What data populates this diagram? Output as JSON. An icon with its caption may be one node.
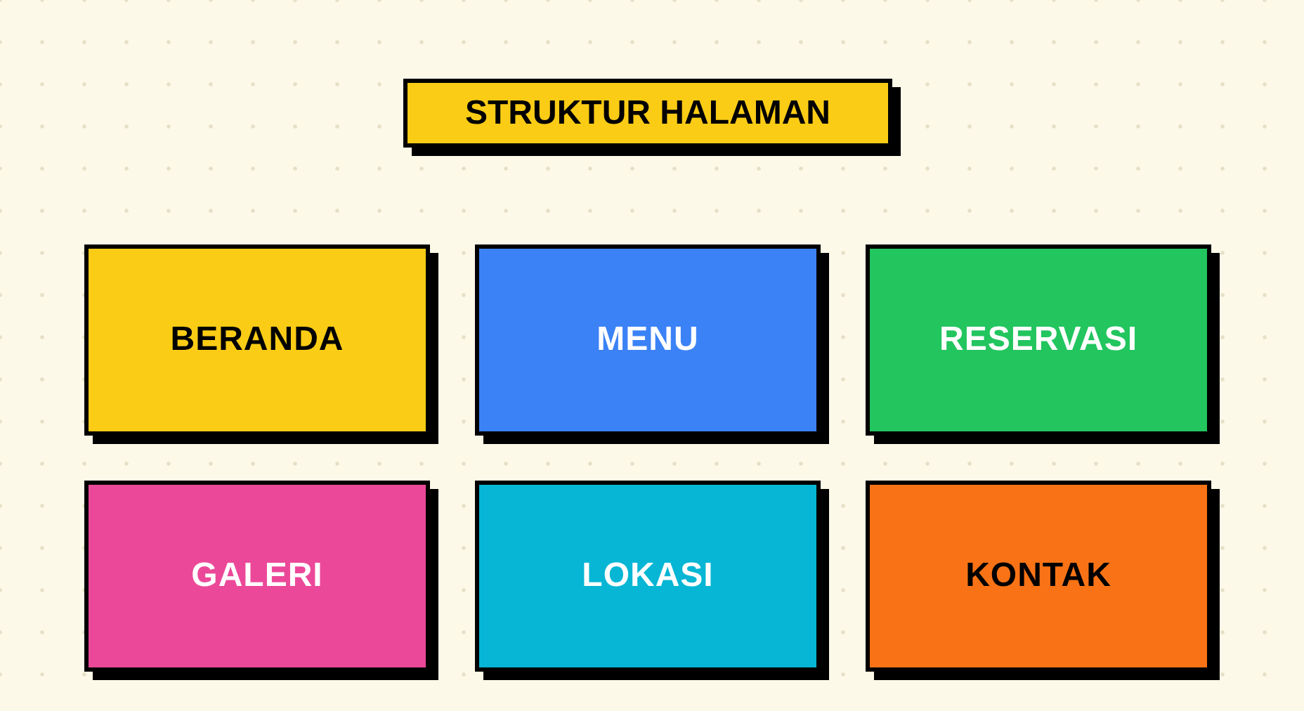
{
  "diagram": {
    "title": "STRUKTUR HALAMAN",
    "nodes": [
      {
        "text": [
          "BERANDA"
        ]
      },
      {
        "text": [
          "MENU"
        ]
      },
      {
        "text": [
          "RESERVASI"
        ]
      },
      {
        "text": [
          "GALERI"
        ]
      },
      {
        "text": [
          "LOKASI"
        ]
      },
      {
        "text": [
          "KONTAK"
        ]
      }
    ]
  }
}
